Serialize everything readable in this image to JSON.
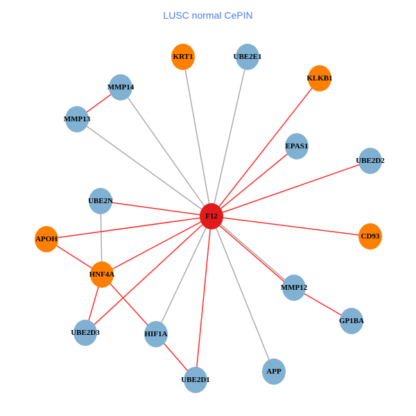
{
  "title": "LUSC normal CePIN",
  "colors": {
    "hub": "#e31a1c",
    "orange": "#ff7f00",
    "blue": "#80b1d3",
    "edge_red": "#ff2a2a",
    "edge_gray": "#aaaaaa"
  },
  "nodes": [
    {
      "id": "F12",
      "group": "hub"
    },
    {
      "id": "KRT1",
      "group": "orange"
    },
    {
      "id": "UBE2E1",
      "group": "blue"
    },
    {
      "id": "KLKB1",
      "group": "orange"
    },
    {
      "id": "MMP14",
      "group": "blue"
    },
    {
      "id": "MMP13",
      "group": "blue"
    },
    {
      "id": "EPAS1",
      "group": "blue"
    },
    {
      "id": "UBE2D2",
      "group": "blue"
    },
    {
      "id": "UBE2N",
      "group": "blue"
    },
    {
      "id": "APOH",
      "group": "orange"
    },
    {
      "id": "CD93",
      "group": "orange"
    },
    {
      "id": "HNF4A",
      "group": "orange"
    },
    {
      "id": "MMP12",
      "group": "blue"
    },
    {
      "id": "GP1BA",
      "group": "blue"
    },
    {
      "id": "UBE2D3",
      "group": "blue"
    },
    {
      "id": "HIF1A",
      "group": "blue"
    },
    {
      "id": "UBE2D1",
      "group": "blue"
    },
    {
      "id": "APP",
      "group": "blue"
    }
  ],
  "edges": [
    {
      "source": "F12",
      "target": "KRT1",
      "type": "gray"
    },
    {
      "source": "F12",
      "target": "UBE2E1",
      "type": "gray"
    },
    {
      "source": "F12",
      "target": "MMP14",
      "type": "gray"
    },
    {
      "source": "F12",
      "target": "MMP13",
      "type": "gray"
    },
    {
      "source": "F12",
      "target": "MMP12",
      "type": "gray"
    },
    {
      "source": "F12",
      "target": "HIF1A",
      "type": "gray"
    },
    {
      "source": "F12",
      "target": "APP",
      "type": "gray"
    },
    {
      "source": "UBE2N",
      "target": "HNF4A",
      "type": "gray"
    },
    {
      "source": "F12",
      "target": "KLKB1",
      "type": "red"
    },
    {
      "source": "F12",
      "target": "EPAS1",
      "type": "red"
    },
    {
      "source": "F12",
      "target": "UBE2D2",
      "type": "red"
    },
    {
      "source": "F12",
      "target": "UBE2N",
      "type": "red"
    },
    {
      "source": "F12",
      "target": "APOH",
      "type": "red"
    },
    {
      "source": "F12",
      "target": "CD93",
      "type": "red"
    },
    {
      "source": "F12",
      "target": "HNF4A",
      "type": "red"
    },
    {
      "source": "F12",
      "target": "UBE2D3",
      "type": "red"
    },
    {
      "source": "F12",
      "target": "UBE2D1",
      "type": "red"
    },
    {
      "source": "F12",
      "target": "MMP12",
      "type": "red"
    },
    {
      "source": "MMP14",
      "target": "MMP13",
      "type": "red"
    },
    {
      "source": "APOH",
      "target": "HNF4A",
      "type": "red"
    },
    {
      "source": "HNF4A",
      "target": "UBE2D3",
      "type": "red"
    },
    {
      "source": "HNF4A",
      "target": "HIF1A",
      "type": "red"
    },
    {
      "source": "HIF1A",
      "target": "UBE2D1",
      "type": "red"
    },
    {
      "source": "MMP12",
      "target": "GP1BA",
      "type": "red"
    }
  ]
}
